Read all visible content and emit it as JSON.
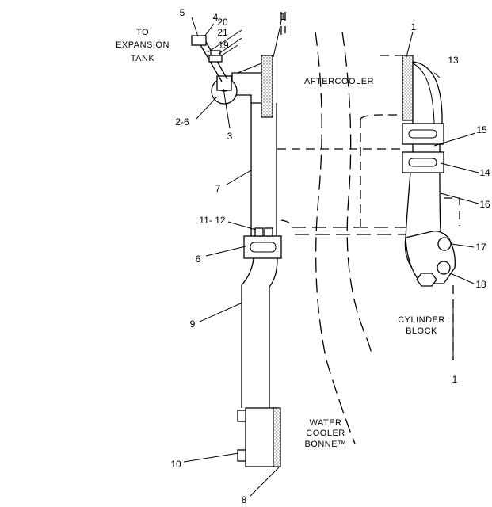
{
  "labels": {
    "to_expansion_tank": [
      "TO",
      "EXPANSION",
      "TANK"
    ],
    "aftercooler": "AFTERCOOLER",
    "cylinder_block": [
      "CYLINDER",
      "BLOCK"
    ],
    "water_cooler_bonnet": [
      "WATER",
      "COOLER",
      "BONNE™"
    ]
  },
  "callouts": {
    "c1a": "1",
    "c1b": "1",
    "c1c": "1",
    "c2_6": "2-6",
    "c3": "3",
    "c4": "4",
    "c5": "5",
    "c6": "6",
    "c7": "7",
    "c8": "8",
    "c9": "9",
    "c10": "10",
    "c11_12": "11- 12",
    "c13": "13",
    "c14": "14",
    "c15": "15",
    "c16": "16",
    "c17": "17",
    "c18": "18",
    "c19": "19",
    "c20": "20",
    "c21": "21"
  }
}
